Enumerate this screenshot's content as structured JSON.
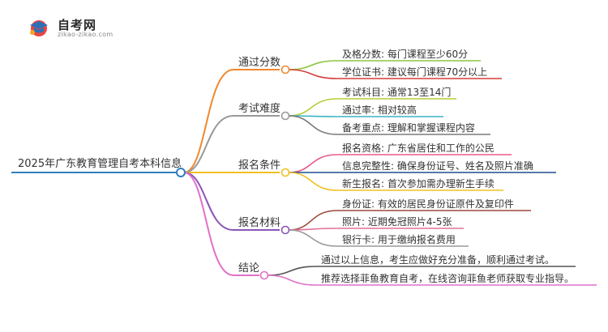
{
  "logo": {
    "title": "自考网",
    "url": "zikao-zikao.com"
  },
  "root": {
    "label": "2025年广东教育管理自考本科信息",
    "color": "#2f7fc1"
  },
  "branches": [
    {
      "label": "通过分数",
      "color": "#f0882f",
      "leaves": [
        {
          "label": "及格分数: 每门课程至少60分",
          "color": "#8cc63e"
        },
        {
          "label": "学位证书: 建议每门课程70分以上",
          "color": "#d43c3c"
        }
      ]
    },
    {
      "label": "考试难度",
      "color": "#999999",
      "leaves": [
        {
          "label": "考试科目: 通常13至14门",
          "color": "#b7cc3a"
        },
        {
          "label": "通过率: 相对较高",
          "color": "#3bb3c3"
        },
        {
          "label": "备考重点: 理解和掌握课程内容",
          "color": "#7a7a7a"
        }
      ]
    },
    {
      "label": "报名条件",
      "color": "#f0c020",
      "leaves": [
        {
          "label": "报名资格: 广东省居住和工作的公民",
          "color": "#e85a8a"
        },
        {
          "label": "信息完整性: 确保身份证号、姓名及照片准确",
          "color": "#1e4f8f"
        },
        {
          "label": "新生报名: 首次参加需办理新生手续",
          "color": "#f0c020"
        }
      ]
    },
    {
      "label": "报名材料",
      "color": "#8a55b8",
      "leaves": [
        {
          "label": "身份证: 有效的居民身份证原件及复印件",
          "color": "#9b4a3a"
        },
        {
          "label": "照片: 近期免冠照片4-5张",
          "color": "#e0709a"
        },
        {
          "label": "银行卡: 用于缴纳报名费用",
          "color": "#9a9a9a"
        }
      ]
    },
    {
      "label": "结论",
      "color": "#e070c8",
      "leaves": [
        {
          "label": "通过以上信息，考生应做好充分准备，顺利通过考试。",
          "color": "#555555"
        },
        {
          "label": "推荐选择菲鱼教育自考，在线咨询菲鱼老师获取专业指导。",
          "color": "#e070c8"
        }
      ]
    }
  ]
}
